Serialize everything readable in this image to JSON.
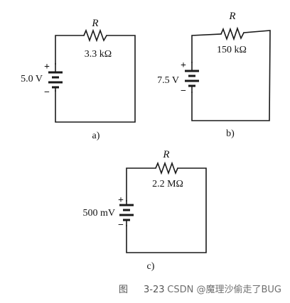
{
  "circuits": [
    {
      "panel_label": "a)",
      "resistor_symbol": "R",
      "resistance": "3.3 kΩ",
      "voltage": "5.0 V",
      "plus": "+",
      "minus": "−"
    },
    {
      "panel_label": "b)",
      "resistor_symbol": "R",
      "resistance": "150 kΩ",
      "voltage": "7.5 V",
      "plus": "+",
      "minus": "−"
    },
    {
      "panel_label": "c)",
      "resistor_symbol": "R",
      "resistance": "2.2 MΩ",
      "voltage": "500 mV",
      "plus": "+",
      "minus": "−"
    }
  ],
  "caption": {
    "figure_prefix": "图",
    "figure_number": "3-23",
    "watermark": "CSDN @魔理沙偷走了BUG"
  }
}
